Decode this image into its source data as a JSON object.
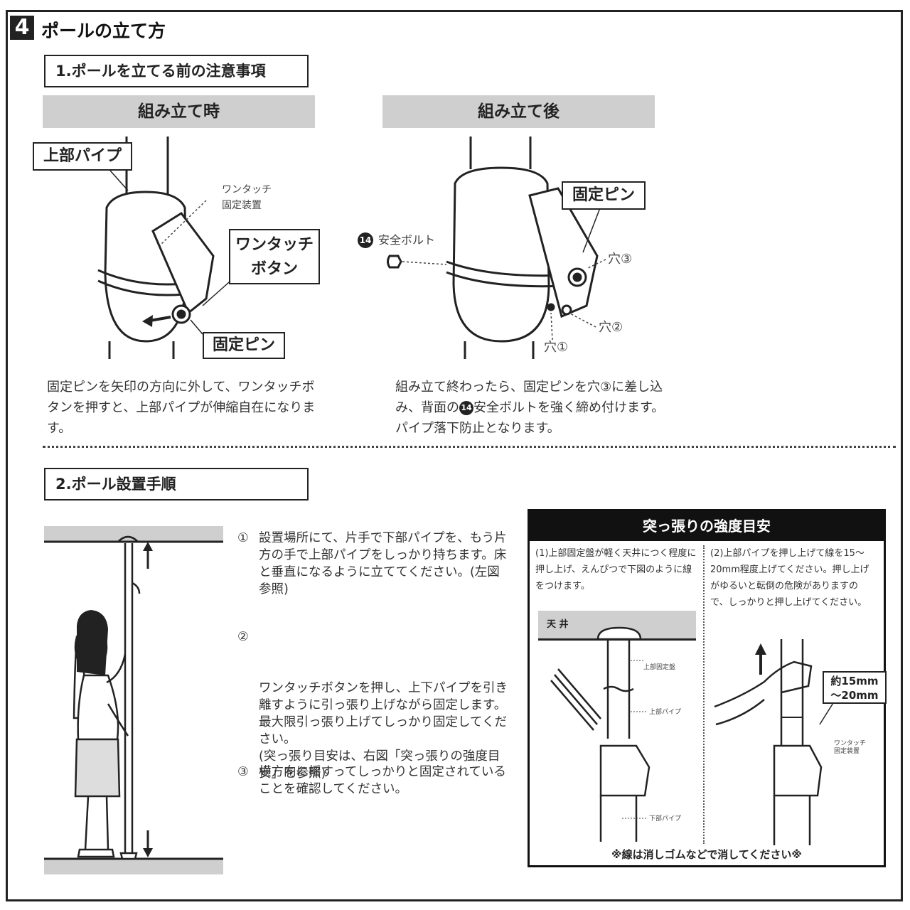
{
  "section": {
    "number": "4",
    "title": "ポールの立て方"
  },
  "part1": {
    "heading": "1.ポールを立てる前の注意事項",
    "left": {
      "bar": "組み立て時",
      "label_upper_pipe": "上部パイプ",
      "label_device": "ワンタッチ\n固定装置",
      "label_button": "ワンタッチ\nボタン",
      "label_pin": "固定ピン",
      "description": "固定ピンを矢印の方向に外して、ワンタッチボタンを押すと、上部パイプが伸縮自在になります。"
    },
    "right": {
      "bar": "組み立て後",
      "label_pin": "固定ピン",
      "bolt_number": "14",
      "label_bolt": "安全ボルト",
      "hole3": "穴③",
      "hole2": "穴②",
      "hole1": "穴①",
      "description_1": "組み立て終わったら、固定ピンを穴③に差し込み、背面の",
      "description_2": "安全ボルトを強く締め付けます。パイプ落下防止となります。"
    }
  },
  "part2": {
    "heading": "2.ポール設置手順",
    "steps": [
      {
        "num": "①",
        "text": "設置場所にて、片手で下部パイプを、もう片方の手で上部パイプをしっかり持ちます。床と垂直になるように立ててください。(左図参照)"
      },
      {
        "num": "②",
        "text": "ワンタッチボタンを押し、上下パイプを引き離すように引っ張り上げながら固定します。最大限引っ張り上げてしっかり固定してください。\n(突っ張り目安は、右図「突っ張りの強度目安」を参照)"
      },
      {
        "num": "③",
        "text": "横方向に揺すってしっかりと固定されていることを確認してください。"
      }
    ],
    "guide": {
      "title": "突っ張りの強度目安",
      "col1_text": "(1)上部固定盤が軽く天井につく程度に押し上げ、えんぴつで下図のように線をつけます。",
      "col2_text": "(2)上部パイプを押し上げて線を15～20mm程度上げてください。押し上げがゆるいと転倒の危険がありますので、しっかりと押し上げてください。",
      "ceiling": "天 井",
      "label_top_plate": "上部固定盤",
      "label_upper": "上部パイプ",
      "label_lower": "下部パイプ",
      "label_device": "ワンタッチ\n固定装置",
      "measure": "約15mm\n～20mm",
      "footer": "※線は消しゴムなどで消してください※"
    }
  },
  "colors": {
    "ink": "#222222",
    "gray_bar": "#cfcfcf",
    "paper": "#ffffff"
  }
}
